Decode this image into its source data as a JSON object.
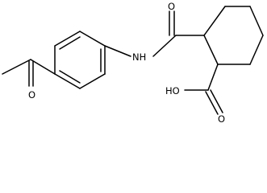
{
  "molecule": {
    "atom_labels": {
      "ketone_oxygen": "O",
      "amide_oxygen": "O",
      "amide_nh": "NH",
      "carboxylic_oh": "HO",
      "carboxylic_oxygen": "O"
    }
  },
  "colors": {
    "bond": "#000000",
    "text": "#000000",
    "background": "#ffffff"
  }
}
